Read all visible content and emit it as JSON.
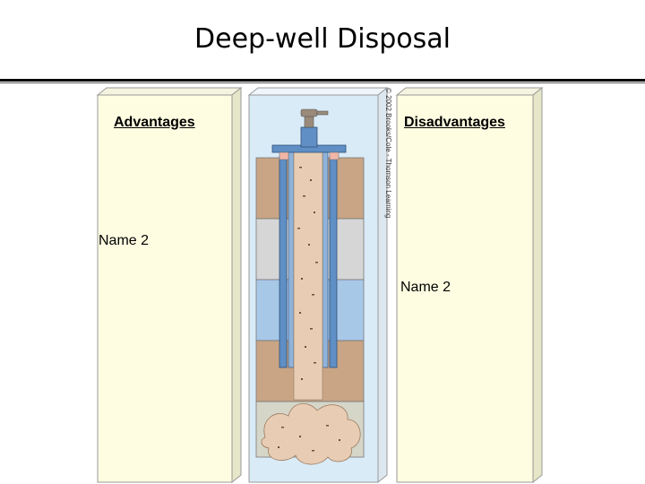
{
  "slide": {
    "title": "Deep-well Disposal"
  },
  "advantages": {
    "heading": "Advantages",
    "note": "Name 2"
  },
  "disadvantages": {
    "heading": "Disadvantages",
    "note": "Name 2"
  },
  "figure": {
    "credit": "© 2002 Brooks/Cole - Thomson Learning"
  },
  "colors": {
    "panel_fill": "#fffde1",
    "panel_side": "#e6e6c8",
    "soil_brown": "#c9a585",
    "soil_gray": "#d6d6d6",
    "aquifer_blue": "#a8c8e8",
    "waste": "#e8cdb4",
    "casing_blue": "#5f8fc4",
    "ground_blue": "#d9ebf7"
  }
}
